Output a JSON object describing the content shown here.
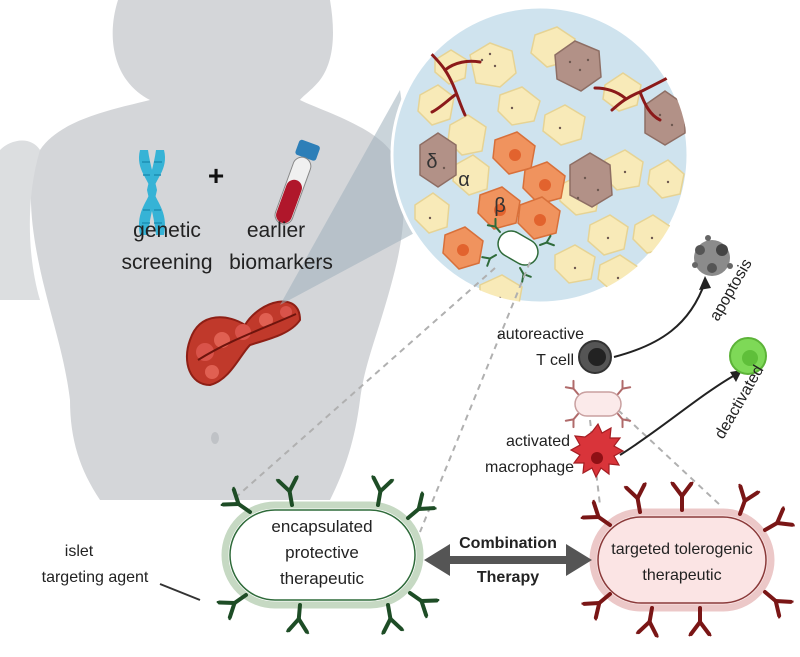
{
  "labels": {
    "genetic_line1": "genetic",
    "genetic_line2": "screening",
    "plus": "+",
    "earlier_line1": "earlier",
    "earlier_line2": "biomarkers",
    "delta": "δ",
    "alpha": "α",
    "beta": "β",
    "autoreactive_line1": "autoreactive",
    "autoreactive_line2": "T cell",
    "apoptosis": "apoptosis",
    "activated_line1": "activated",
    "activated_line2": "macrophage",
    "deactivated": "deactivated",
    "encapsulated_line1": "encapsulated",
    "encapsulated_line2": "protective",
    "encapsulated_line3": "therapeutic",
    "targeted_line1": "targeted tolerogenic",
    "targeted_line2": "therapeutic",
    "combination_line1": "Combination",
    "combination_line2": "Therapy",
    "islet_line1": "islet",
    "islet_line2": "targeting agent"
  },
  "colors": {
    "body": "#d4d6d9",
    "islet_bg": "#cfe3ee",
    "alpha_cell": "#f8eab8",
    "beta_cell": "#f0935e",
    "delta_cell": "#b29187",
    "green_antibody": "#1e4d26",
    "red_antibody": "#7a1616",
    "pancreas": "#c0392b",
    "tcell": "#444444",
    "deactivated": "#7ed957"
  },
  "icons": [
    "chromosome-icon",
    "blood-tube-icon",
    "pancreas-icon",
    "blood-vessel-icon"
  ]
}
